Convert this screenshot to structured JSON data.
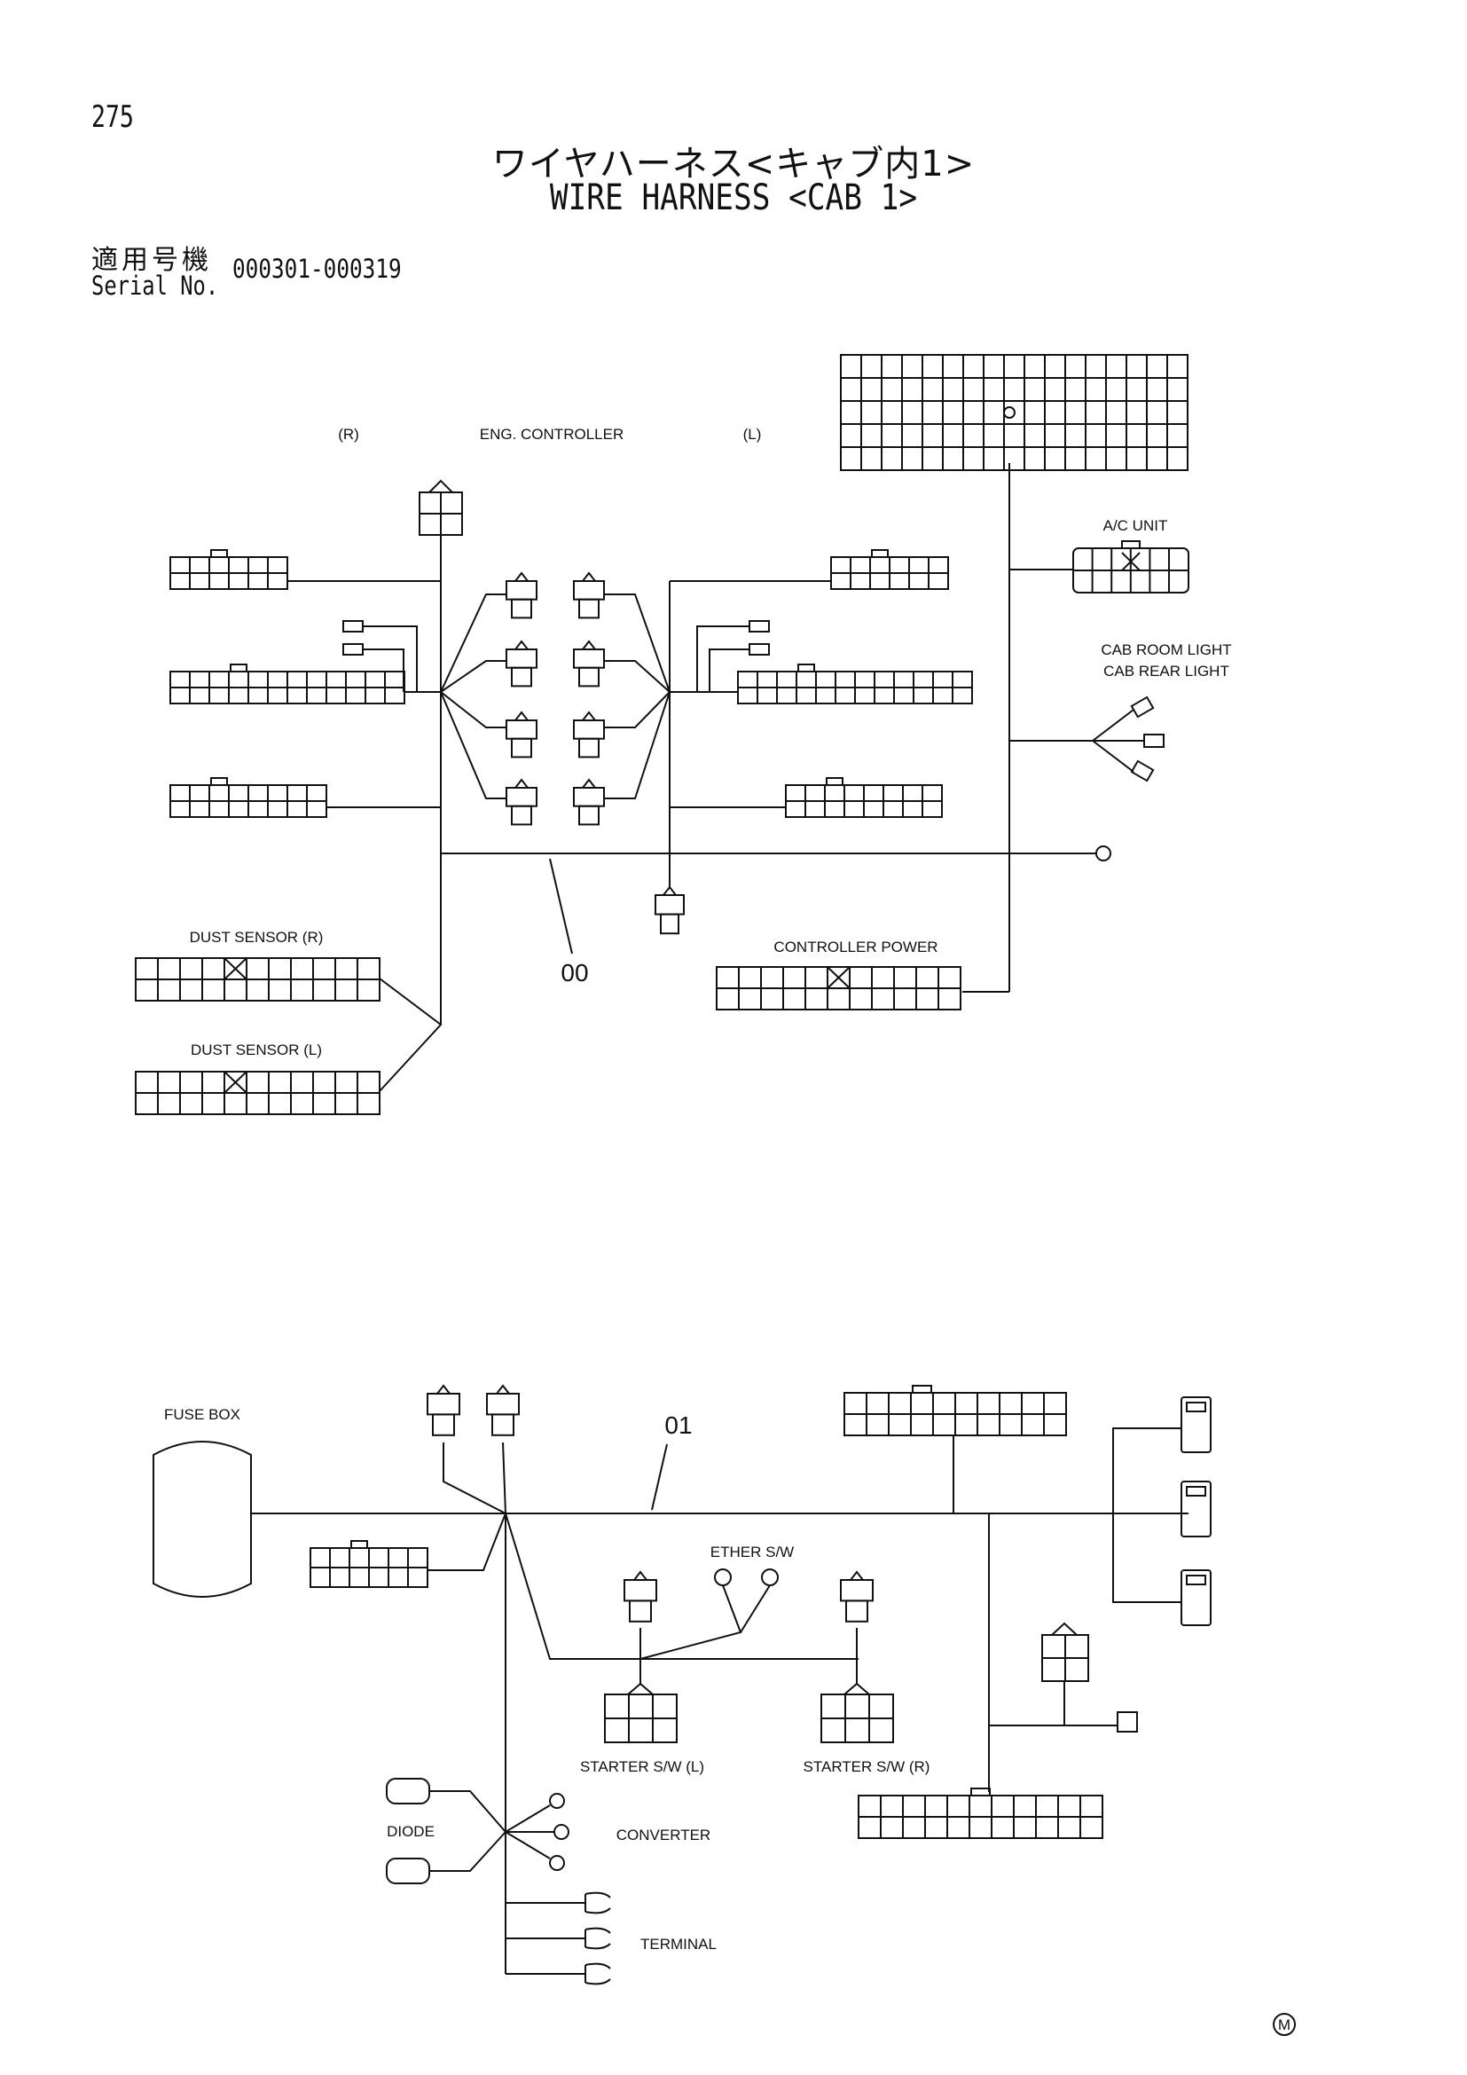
{
  "page_number": "275",
  "title_jp": "ワイヤハーネス<キャブ内1>",
  "title_en": "WIRE HARNESS <CAB 1>",
  "serial": {
    "label_jp": "適用号機",
    "label_en": "Serial No.",
    "value": "000301-000319"
  },
  "upper_harness": {
    "part_no": "00",
    "labels": {
      "right": "(R)",
      "eng_controller": "ENG. CONTROLLER",
      "left": "(L)",
      "ac_unit": "A/C UNIT",
      "cab_room_light": "CAB ROOM LIGHT",
      "cab_rear_light": "CAB REAR LIGHT",
      "dust_sensor_r": "DUST SENSOR (R)",
      "dust_sensor_l": "DUST SENSOR (L)",
      "controller_power": "CONTROLLER POWER"
    }
  },
  "lower_harness": {
    "part_no": "01",
    "labels": {
      "fuse_box": "FUSE BOX",
      "ether_sw": "ETHER S/W",
      "starter_sw_l": "STARTER S/W (L)",
      "starter_sw_r": "STARTER S/W (R)",
      "diode": "DIODE",
      "converter": "CONVERTER",
      "terminal": "TERMINAL"
    }
  },
  "footer_mark": "M"
}
